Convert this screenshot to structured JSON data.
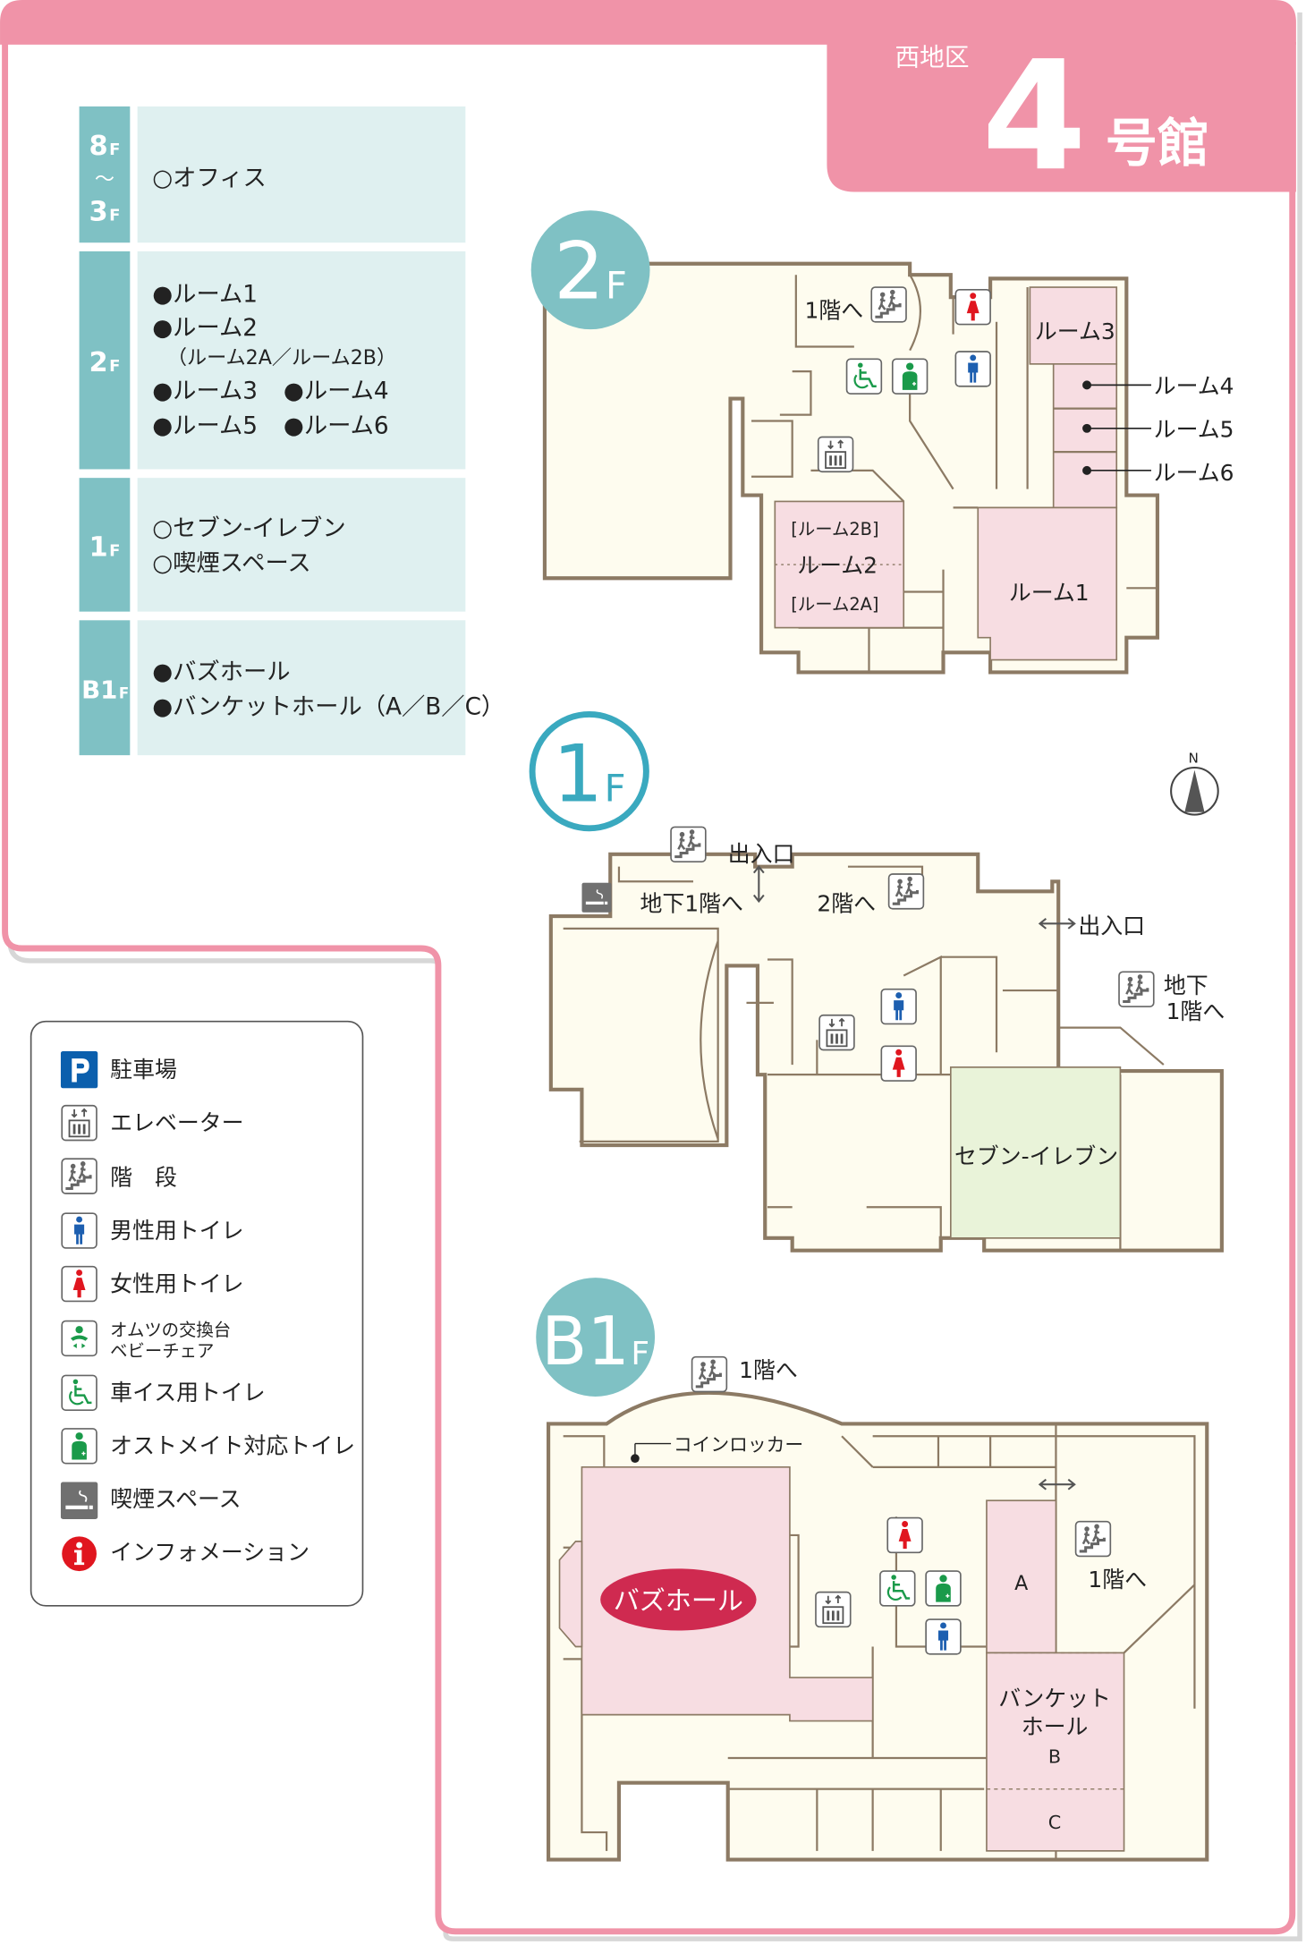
{
  "header": {
    "district": "西地区",
    "building_number": "4",
    "building_suffix": "号館"
  },
  "directory": [
    {
      "floor_main": "8",
      "floor_to": "〜",
      "floor_end": "3",
      "floor_unit": "F",
      "items": [
        "○オフィス"
      ]
    },
    {
      "floor_main": "2",
      "floor_unit": "F",
      "items": [
        "●ルーム1",
        "●ルーム2",
        "（ルーム2A／ルーム2B）",
        "●ルーム3",
        "●ルーム4",
        "●ルーム5",
        "●ルーム6"
      ]
    },
    {
      "floor_main": "1",
      "floor_unit": "F",
      "items": [
        "○セブン-イレブン",
        "○喫煙スペース"
      ]
    },
    {
      "floor_main": "B1",
      "floor_unit": "F",
      "items": [
        "●バズホール",
        "●バンケットホール（A／B／C）"
      ]
    }
  ],
  "legend": [
    {
      "icon": "parking",
      "label": "駐車場"
    },
    {
      "icon": "elevator",
      "label": "エレベーター"
    },
    {
      "icon": "stairs",
      "label": "階　段"
    },
    {
      "icon": "male-toilet",
      "label": "男性用トイレ"
    },
    {
      "icon": "female-toilet",
      "label": "女性用トイレ"
    },
    {
      "icon": "baby",
      "label": "オムツの交換台",
      "label2": "ベビーチェア"
    },
    {
      "icon": "wheelchair",
      "label": "車イス用トイレ"
    },
    {
      "icon": "ostomate",
      "label": "オストメイト対応トイレ"
    },
    {
      "icon": "smoking",
      "label": "喫煙スペース"
    },
    {
      "icon": "info",
      "label": "インフォメーション"
    }
  ],
  "floors": {
    "f2": {
      "badge": "2",
      "unit": "F",
      "to_1f": "1階へ",
      "room1": "ルーム1",
      "room2": "ルーム2",
      "room2a": "[ルーム2A]",
      "room2b": "[ルーム2B]",
      "room3": "ルーム3",
      "room4": "ルーム4",
      "room5": "ルーム5",
      "room6": "ルーム6"
    },
    "f1": {
      "badge": "1",
      "unit": "F",
      "entrance1": "出入口",
      "entrance2": "出入口",
      "to_b1": "地下1階へ",
      "to_2f": "2階へ",
      "to_b1_right_a": "地下",
      "to_b1_right_b": "1階へ",
      "store": "セブン-イレブン",
      "compass": "N"
    },
    "b1": {
      "badge": "B1",
      "unit": "F",
      "to_1f_top": "1階へ",
      "to_1f_right": "1階へ",
      "locker": "コインロッカー",
      "buzz_hall": "バズホール",
      "banquet_a": "A",
      "banquet_1": "バンケット",
      "banquet_2": "ホール",
      "banquet_b": "B",
      "banquet_c": "C"
    }
  },
  "colors": {
    "frame": "#f093a8",
    "teal": "#7fc1c4",
    "table_bg": "#dff0f0",
    "floor": "#fefcef",
    "wall": "#8c7a64",
    "room": "#f7dde2",
    "store": "#e9f3d9",
    "buzz": "#cf2a50"
  }
}
